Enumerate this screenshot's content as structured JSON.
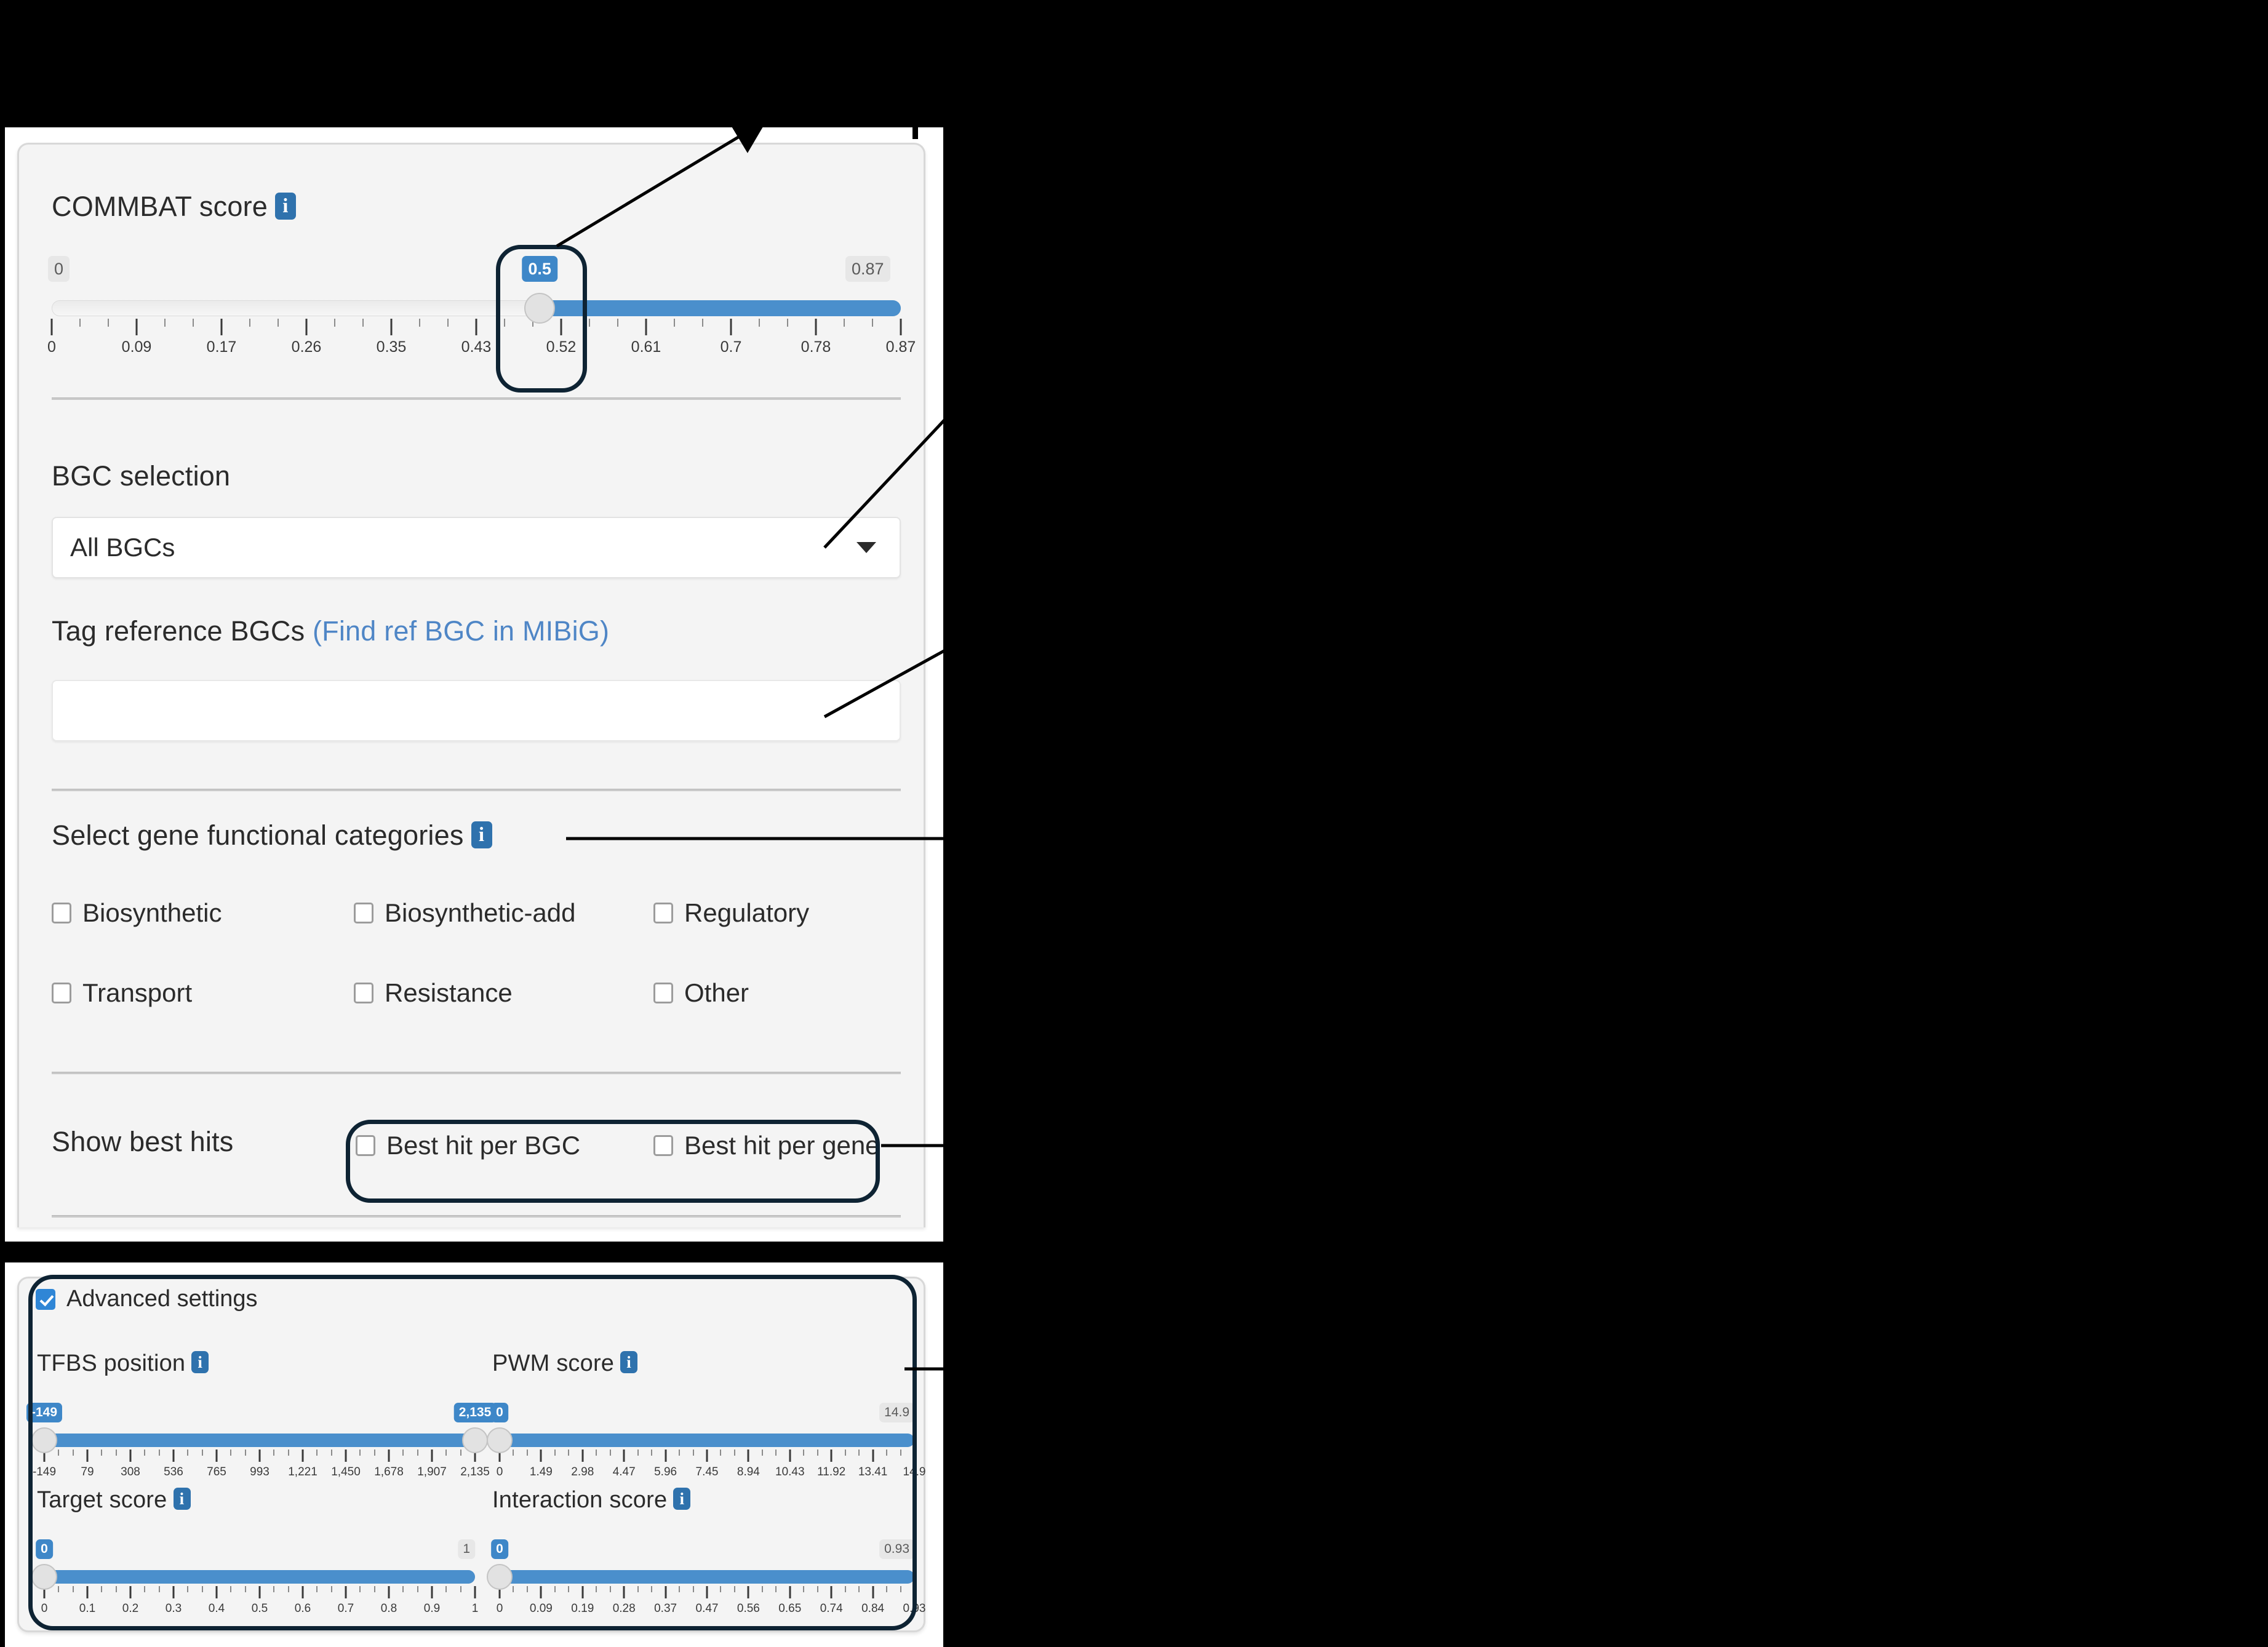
{
  "panel": {
    "commbat": {
      "title": "COMMBAT score",
      "info_icon": "info-icon",
      "min_cap": "0",
      "max_cap": "0.87",
      "handle_value": "0.5",
      "ticks": [
        "0",
        "0.09",
        "0.17",
        "0.26",
        "0.35",
        "0.43",
        "0.52",
        "0.61",
        "0.7",
        "0.78",
        "0.87"
      ],
      "range": [
        0,
        0.87
      ],
      "value": 0.5
    },
    "bgc_selection": {
      "title": "BGC selection",
      "selected": "All BGCs",
      "caret_icon": "chevron-down-icon"
    },
    "tag_reference": {
      "title": "Tag reference BGCs",
      "link": "(Find ref BGC in MIBiG)",
      "value": "",
      "placeholder": ""
    },
    "gene_categories": {
      "title": "Select gene functional categories",
      "info_icon": "info-icon",
      "options": [
        {
          "label": "Biosynthetic",
          "checked": false
        },
        {
          "label": "Biosynthetic-add",
          "checked": false
        },
        {
          "label": "Regulatory",
          "checked": false
        },
        {
          "label": "Transport",
          "checked": false
        },
        {
          "label": "Resistance",
          "checked": false
        },
        {
          "label": "Other",
          "checked": false
        }
      ]
    },
    "best_hits": {
      "title": "Show best hits",
      "options": [
        {
          "label": "Best hit per BGC",
          "checked": false
        },
        {
          "label": "Best hit per gene",
          "checked": false
        }
      ]
    }
  },
  "advanced": {
    "toggle_label": "Advanced settings",
    "toggle_checked": true,
    "sliders": [
      {
        "key": "tfbs",
        "title": "TFBS position",
        "info_icon": "info-icon",
        "low_bubble": "-149",
        "high_bubble": "2,135",
        "high_cap": "",
        "ticks": [
          "-149",
          "79",
          "308",
          "536",
          "765",
          "993",
          "1,221",
          "1,450",
          "1,678",
          "1,907",
          "2,135"
        ],
        "range": [
          -149,
          2135
        ],
        "low": -149,
        "high": 2135,
        "two_handles": true
      },
      {
        "key": "pwm",
        "title": "PWM score",
        "info_icon": "info-icon",
        "low_bubble": "0",
        "high_bubble": "",
        "high_cap": "14.9",
        "ticks": [
          "0",
          "1.49",
          "2.98",
          "4.47",
          "5.96",
          "7.45",
          "8.94",
          "10.43",
          "11.92",
          "13.41",
          "14.9"
        ],
        "range": [
          0,
          14.9
        ],
        "low": 0,
        "high": 14.9,
        "two_handles": false
      },
      {
        "key": "target",
        "title": "Target score",
        "info_icon": "info-icon",
        "low_bubble": "0",
        "high_bubble": "",
        "high_cap": "1",
        "ticks": [
          "0",
          "0.1",
          "0.2",
          "0.3",
          "0.4",
          "0.5",
          "0.6",
          "0.7",
          "0.8",
          "0.9",
          "1"
        ],
        "range": [
          0,
          1
        ],
        "low": 0,
        "high": 1,
        "two_handles": false
      },
      {
        "key": "interaction",
        "title": "Interaction score",
        "info_icon": "info-icon",
        "low_bubble": "0",
        "high_bubble": "",
        "high_cap": "0.93",
        "ticks": [
          "0",
          "0.09",
          "0.19",
          "0.28",
          "0.37",
          "0.47",
          "0.56",
          "0.65",
          "0.74",
          "0.84",
          "0.93"
        ],
        "range": [
          0,
          0.93
        ],
        "low": 0,
        "high": 0.93,
        "two_handles": false
      }
    ]
  },
  "colors": {
    "accent_blue": "#4a8fcc",
    "bubble_blue": "#3e87c8",
    "info_blue": "#2f72ad",
    "link_blue": "#4f86c6",
    "annotation_navy": "#0e2333",
    "card_bg": "#f4f4f4"
  },
  "annotations": {
    "commbat_handle": "callout-commbat-handle",
    "bgc_dropdown": "callout-bgc-dropdown",
    "tag_input": "callout-tag-input",
    "gene_categories": "callout-gene-categories",
    "best_hits": "callout-best-hits",
    "advanced_settings": "callout-advanced-settings"
  }
}
